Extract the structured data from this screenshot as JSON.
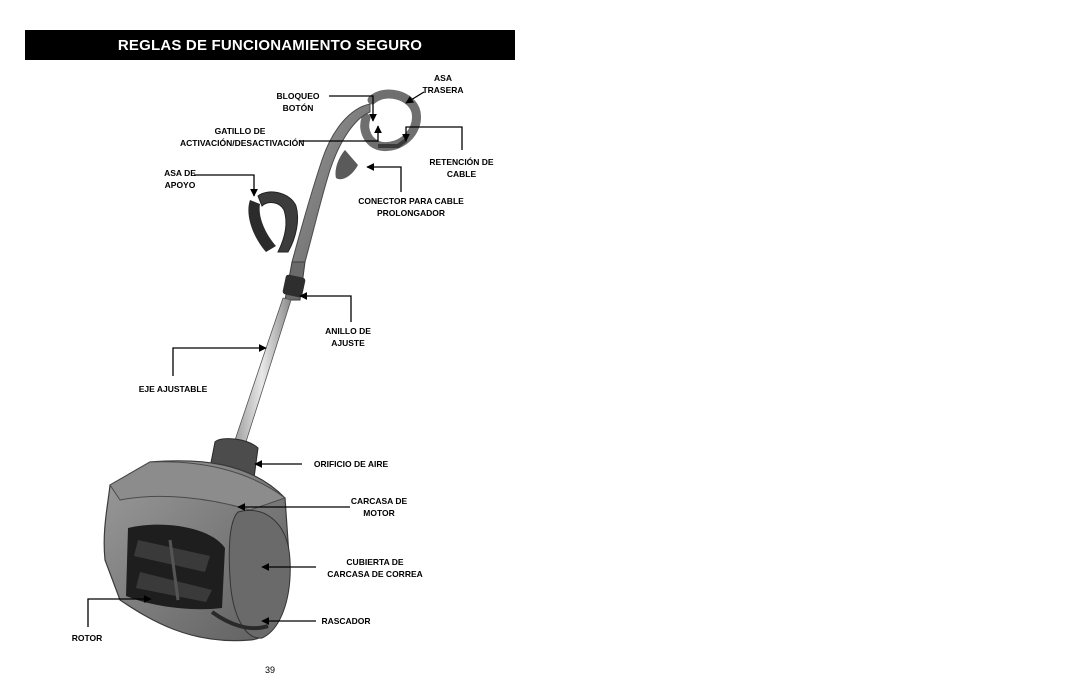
{
  "header": {
    "title": "REGLAS DE FUNCIONAMIENTO SEGURO"
  },
  "labels": {
    "asa_trasera": [
      "ASA",
      "TRASERA"
    ],
    "bloqueo_boton": [
      "BLOQUEO",
      "BOTÓN"
    ],
    "gatillo": [
      "GATILLO DE",
      "ACTIVACIÓN/DESACTIVACIÓN"
    ],
    "retencion_cable": [
      "RETENCIÓN DE",
      "CABLE"
    ],
    "asa_apoyo": [
      "ASA DE",
      "APOYO"
    ],
    "conector": [
      "CONECTOR PARA CABLE",
      "PROLONGADOR"
    ],
    "anillo_ajuste": [
      "ANILLO DE",
      "AJUSTE"
    ],
    "eje_ajustable": [
      "EJE AJUSTABLE"
    ],
    "orificio_aire": [
      "ORIFICIO DE AIRE"
    ],
    "carcasa_motor": [
      "CARCASA DE",
      "MOTOR"
    ],
    "cubierta_correa": [
      "CUBIERTA DE",
      "CARCASA DE CORREA"
    ],
    "rascador": [
      "RASCADOR"
    ],
    "rotor": [
      "ROTOR"
    ]
  },
  "page_number": "39",
  "colors": {
    "title_bg": "#000000",
    "title_text": "#ffffff",
    "body_gray": "#7d7d7d",
    "dark_gray": "#3a3a3a"
  }
}
